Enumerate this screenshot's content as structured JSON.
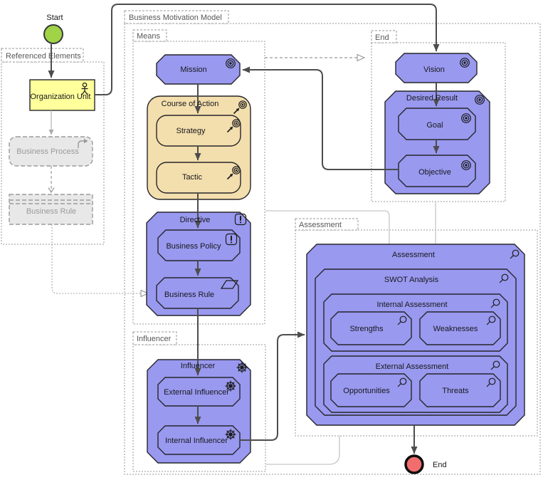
{
  "colors": {
    "node_blue": "#9999F0",
    "course_tan": "#F3DEAD",
    "org_unit_yellow": "#FFFF9C",
    "referenced_gray": "#E8E8E8",
    "start_green": "#A0D346",
    "end_red": "#F26D6D",
    "connector_dark": "#4d4d4d",
    "group_border_gray": "#979797"
  },
  "start": {
    "label": "Start"
  },
  "end": {
    "label": "End"
  },
  "referenced": {
    "label": "Referenced Elements",
    "organization_unit": {
      "label": "Organization Unit",
      "icon": "actor-icon"
    },
    "business_process": {
      "label": "Business Process",
      "icon": "subprocess-arrow-icon"
    },
    "business_rule": {
      "label": "Business Rule"
    }
  },
  "bmm": {
    "label": "Business Motivation Model",
    "means": {
      "label": "Means",
      "mission": {
        "label": "Mission",
        "icon": "goal-icon"
      },
      "course_of_action": {
        "label": "Course of Action",
        "icon": "course-of-action-icon",
        "strategy": {
          "label": "Strategy",
          "icon": "course-of-action-icon"
        },
        "tactic": {
          "label": "Tactic",
          "icon": "course-of-action-icon"
        }
      },
      "directive": {
        "label": "Directive",
        "icon": "exclamation-icon",
        "business_policy": {
          "label": "Business Policy",
          "icon": "exclamation-icon"
        },
        "business_rule": {
          "label": "Business Rule",
          "icon": "parallelogram-icon"
        }
      }
    },
    "influencer_group": {
      "label": "Influencer",
      "influencer": {
        "label": "Influencer",
        "icon": "helm-icon",
        "external_influencer": {
          "label": "External Influencer",
          "icon": "helm-icon"
        },
        "internal_influencer": {
          "label": "Internal Influencer",
          "icon": "helm-icon"
        }
      }
    },
    "end_group": {
      "label": "End",
      "vision": {
        "label": "Vision",
        "icon": "goal-icon"
      },
      "desired_result": {
        "label": "Desired Result",
        "icon": "goal-icon",
        "goal": {
          "label": "Goal",
          "icon": "goal-icon"
        },
        "objective": {
          "label": "Objective",
          "icon": "goal-icon"
        }
      }
    },
    "assessment_group": {
      "label": "Assessment",
      "assessment": {
        "label": "Assessment",
        "icon": "magnifier-icon",
        "swot": {
          "label": "SWOT Analysis",
          "icon": "magnifier-icon",
          "internal_assessment": {
            "label": "Internal Assessment",
            "icon": "magnifier-icon",
            "strengths": {
              "label": "Strengths",
              "icon": "magnifier-icon"
            },
            "weaknesses": {
              "label": "Weaknesses",
              "icon": "magnifier-icon"
            }
          },
          "external_assessment": {
            "label": "External Assessment",
            "icon": "magnifier-icon",
            "opportunities": {
              "label": "Opportunities",
              "icon": "magnifier-icon"
            },
            "threats": {
              "label": "Threats",
              "icon": "magnifier-icon"
            }
          }
        }
      }
    }
  }
}
